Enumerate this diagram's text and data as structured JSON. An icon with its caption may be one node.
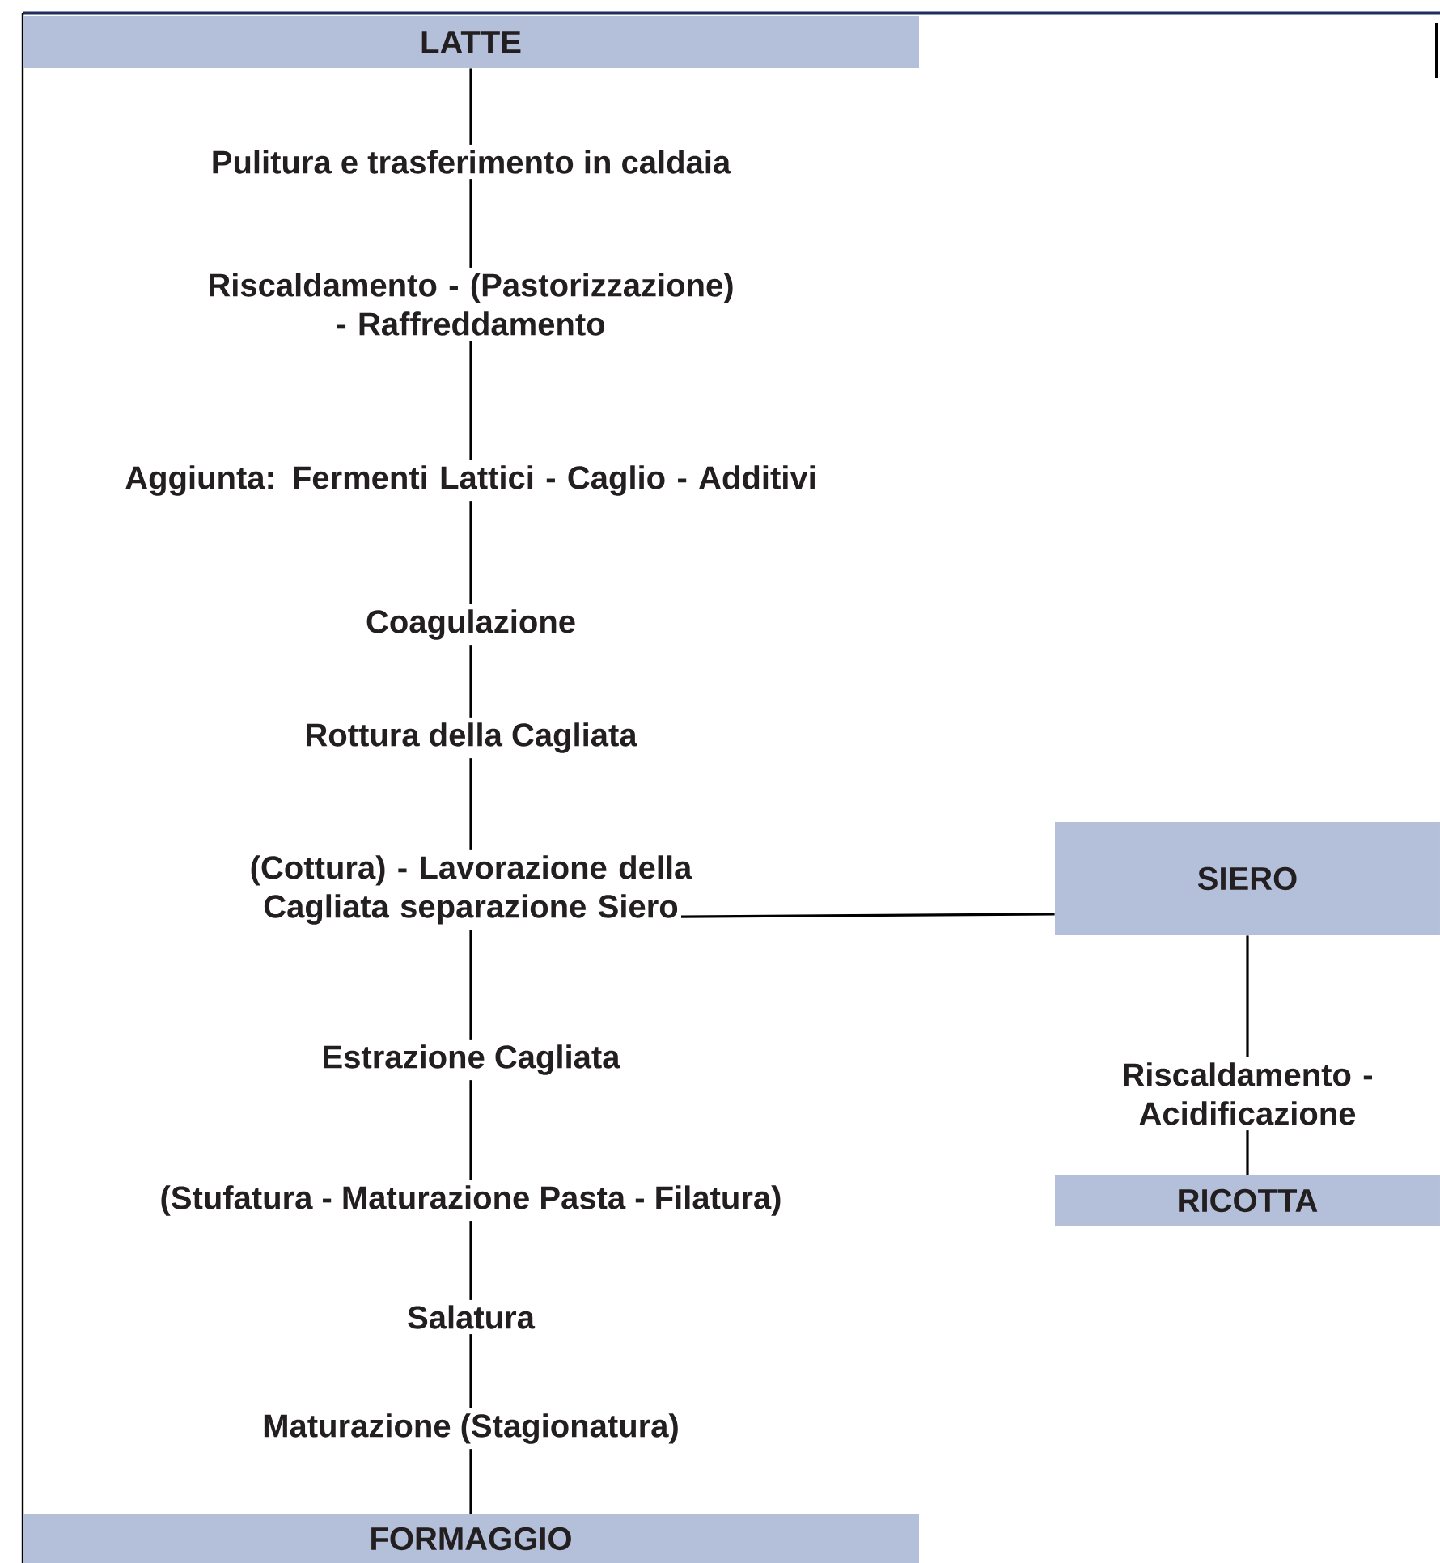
{
  "diagram": {
    "nodes": [
      {
        "text": [
          "LATTE"
        ]
      },
      {
        "text": [
          "Pulitura e trasferimento in caldaia"
        ]
      },
      {
        "text": [
          "Riscaldamento - (Pastorizzazione) - Raffreddamento"
        ]
      },
      {
        "text": [
          "Aggiunta: Fermenti Lattici - Caglio - Additivi"
        ]
      },
      {
        "text": [
          "Coagulazione"
        ]
      },
      {
        "text": [
          "Rottura della Cagliata"
        ]
      },
      {
        "text": [
          "(Cottura) - Lavorazione della Cagliata separazione Siero"
        ]
      },
      {
        "text": [
          "SIERO"
        ]
      },
      {
        "text": [
          "Estrazione Cagliata"
        ]
      },
      {
        "text": [
          "Riscaldamento - Acidificazione"
        ]
      },
      {
        "text": [
          "RICOTTA"
        ]
      },
      {
        "text": [
          "(Stufatura - Maturazione Pasta - Filatura)"
        ]
      },
      {
        "text": [
          "Salatura"
        ]
      },
      {
        "text": [
          "Maturazione (Stagionatura)"
        ]
      },
      {
        "text": [
          "FORMAGGIO"
        ]
      }
    ],
    "edges": [
      {
        "from": 0,
        "to": 1,
        "arrow": "none"
      },
      {
        "from": 1,
        "to": 2,
        "arrow": "none"
      },
      {
        "from": 2,
        "to": 3,
        "arrow": "none"
      },
      {
        "from": 3,
        "to": 4,
        "arrow": "none"
      },
      {
        "from": 4,
        "to": 5,
        "arrow": "none"
      },
      {
        "from": 5,
        "to": 6,
        "arrow": "none"
      },
      {
        "from": 6,
        "to": 7,
        "arrow": "none"
      },
      {
        "from": 6,
        "to": 8,
        "arrow": "none"
      },
      {
        "from": 7,
        "to": 9,
        "arrow": "none"
      },
      {
        "from": 9,
        "to": 10,
        "arrow": "none"
      },
      {
        "from": 8,
        "to": 11,
        "arrow": "none"
      },
      {
        "from": 11,
        "to": 12,
        "arrow": "none"
      },
      {
        "from": 12,
        "to": 13,
        "arrow": "none"
      },
      {
        "from": 13,
        "to": 14,
        "arrow": "none"
      }
    ]
  }
}
